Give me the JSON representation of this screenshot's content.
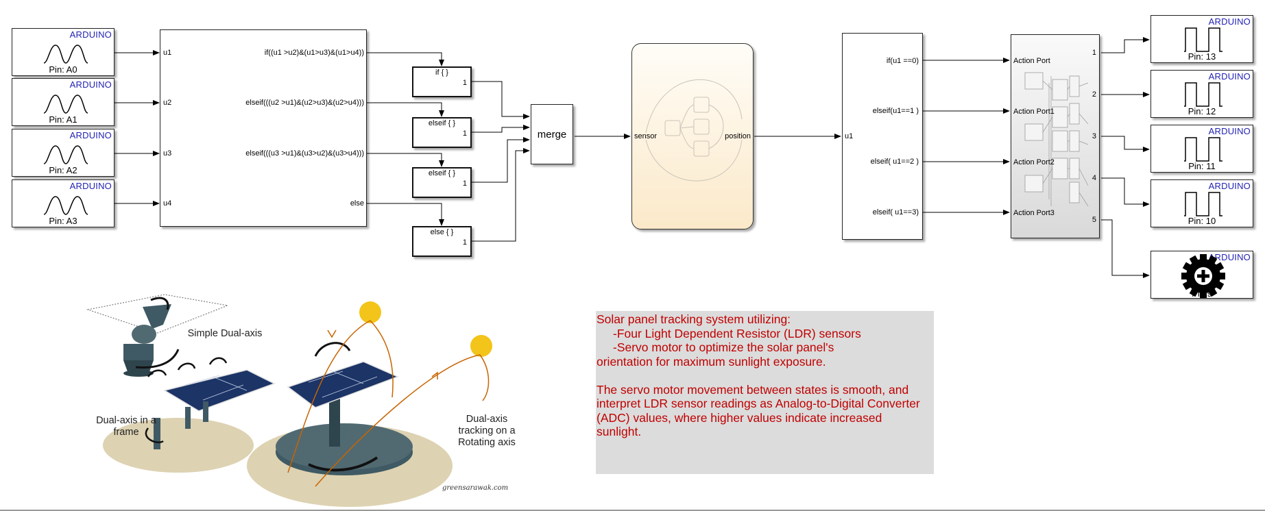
{
  "inputs": [
    {
      "brand": "ARDUINO",
      "pin": "Pin: A0",
      "port": "u1"
    },
    {
      "brand": "ARDUINO",
      "pin": "Pin: A1",
      "port": "u2"
    },
    {
      "brand": "ARDUINO",
      "pin": "Pin: A2",
      "port": "u3"
    },
    {
      "brand": "ARDUINO",
      "pin": "Pin: A3",
      "port": "u4"
    }
  ],
  "if_block": {
    "conditions": [
      "if((u1 >u2)&(u1>u3)&(u1>u4))",
      "elseif(((u2 >u1)&(u2>u3)&(u2>u4)))",
      "elseif(((u3 >u1)&(u3>u2)&(u3>u4)))",
      "else"
    ]
  },
  "action_subsystems": [
    {
      "title": "if { }",
      "out": "1"
    },
    {
      "title": "elseif { }",
      "out": "1"
    },
    {
      "title": "elseif { }",
      "out": "1"
    },
    {
      "title": "else { }",
      "out": "1"
    }
  ],
  "merge": {
    "label": "merge"
  },
  "chart": {
    "in_port": "sensor",
    "out_port": "position"
  },
  "switch_case": {
    "in_port": "u1",
    "cases": [
      "if(u1 ==0)",
      "elseif(u1==1 )",
      "elseif( u1==2 )",
      "elseif( u1==3)"
    ]
  },
  "action_ports": [
    "Action Port",
    "Action Port1",
    "Action Port2",
    "Action Port3"
  ],
  "output_numbers": [
    "1",
    "2",
    "3",
    "4",
    "5"
  ],
  "outputs": [
    {
      "brand": "ARDUINO",
      "pin": "Pin: 13",
      "icon": "pulse-icon"
    },
    {
      "brand": "ARDUINO",
      "pin": "Pin: 12",
      "icon": "pulse-icon"
    },
    {
      "brand": "ARDUINO",
      "pin": "Pin: 11",
      "icon": "pulse-icon"
    },
    {
      "brand": "ARDUINO",
      "pin": "Pin: 10",
      "icon": "pulse-icon"
    },
    {
      "brand": "ARDUINO",
      "pin": "Pin 9",
      "icon": "servo-gear-icon"
    }
  ],
  "illustration": {
    "labels": [
      "Simple Dual-axis",
      "Dual-axis in a frame",
      "Dual-axis tracking on a Rotating axis"
    ],
    "credit": "greensarawak.com"
  },
  "description": {
    "heading": "Solar panel tracking system utilizing:",
    "bullets": [
      "-Four Light Dependent Resistor (LDR) sensors",
      "-Servo motor to optimize the solar panel's"
    ],
    "bullet_cont": "orientation for maximum sunlight exposure.",
    "paragraph": "The servo motor movement between states is smooth, and interpret LDR sensor readings as Analog-to-Digital Converter (ADC) values, where higher values indicate increased sunlight."
  },
  "colors": {
    "arduino_text": "#1f1fb4",
    "note_text": "#c00000",
    "note_bg": "#dcdcdc",
    "chart_fill": "#fbe9c9"
  }
}
